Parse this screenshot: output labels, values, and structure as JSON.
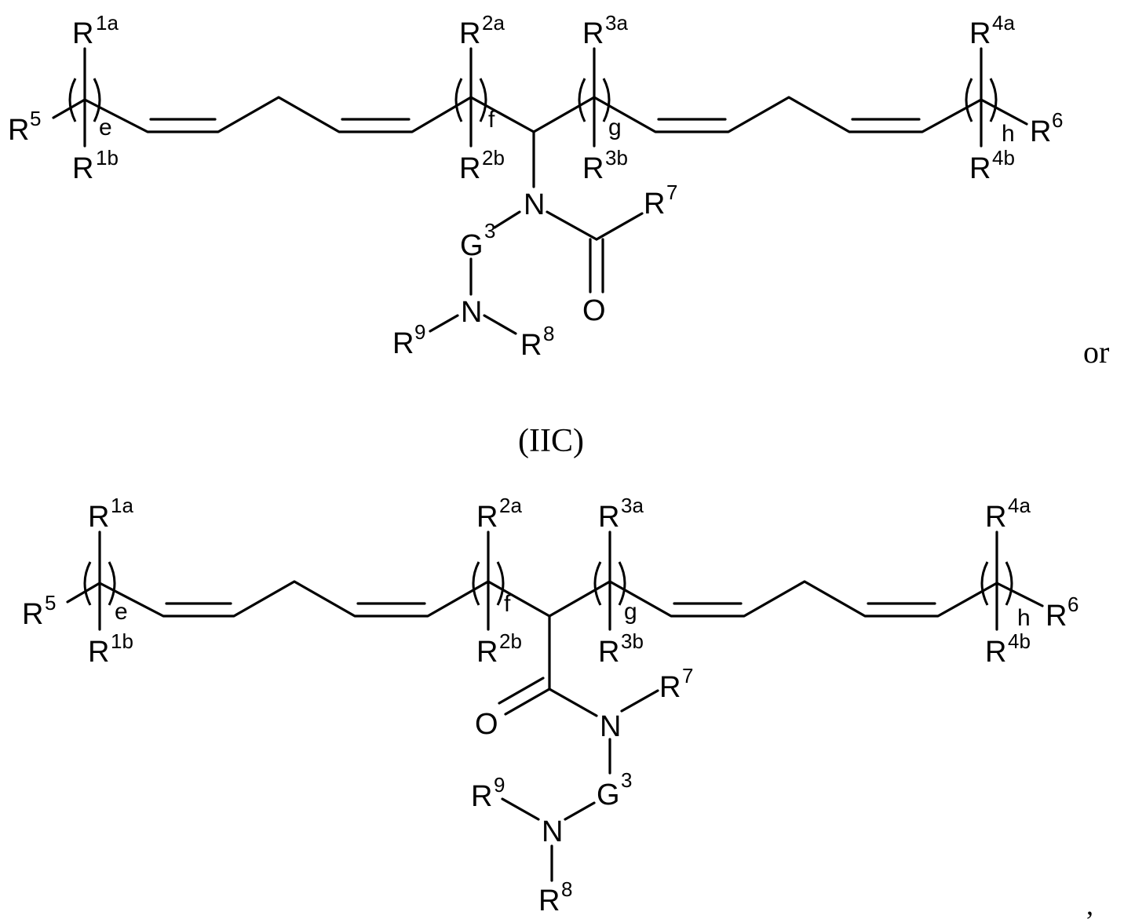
{
  "connector_text": "or",
  "compound_label": "(IIC)",
  "trailing_comma": ",",
  "structure_top": {
    "R1a": "R",
    "R1a_sup": "1a",
    "R1b": "R",
    "R1b_sup": "1b",
    "R2a": "R",
    "R2a_sup": "2a",
    "R2b": "R",
    "R2b_sup": "2b",
    "R3a": "R",
    "R3a_sup": "3a",
    "R3b": "R",
    "R3b_sup": "3b",
    "R4a": "R",
    "R4a_sup": "4a",
    "R4b": "R",
    "R4b_sup": "4b",
    "R5": "R",
    "R5_sup": "5",
    "R6": "R",
    "R6_sup": "6",
    "R7": "R",
    "R7_sup": "7",
    "R8": "R",
    "R8_sup": "8",
    "R9": "R",
    "R9_sup": "9",
    "G3": "G",
    "G3_sup": "3",
    "N_amide": "N",
    "N_amine": "N",
    "O": "O",
    "sub_e": "e",
    "sub_f": "f",
    "sub_g": "g",
    "sub_h": "h"
  },
  "structure_bottom": {
    "R1a": "R",
    "R1a_sup": "1a",
    "R1b": "R",
    "R1b_sup": "1b",
    "R2a": "R",
    "R2a_sup": "2a",
    "R2b": "R",
    "R2b_sup": "2b",
    "R3a": "R",
    "R3a_sup": "3a",
    "R3b": "R",
    "R3b_sup": "3b",
    "R4a": "R",
    "R4a_sup": "4a",
    "R4b": "R",
    "R4b_sup": "4b",
    "R5": "R",
    "R5_sup": "5",
    "R6": "R",
    "R6_sup": "6",
    "R7": "R",
    "R7_sup": "7",
    "R8": "R",
    "R8_sup": "8",
    "R9": "R",
    "R9_sup": "9",
    "G3": "G",
    "G3_sup": "3",
    "N_amide": "N",
    "N_amine": "N",
    "O": "O",
    "sub_e": "e",
    "sub_f": "f",
    "sub_g": "g",
    "sub_h": "h"
  }
}
